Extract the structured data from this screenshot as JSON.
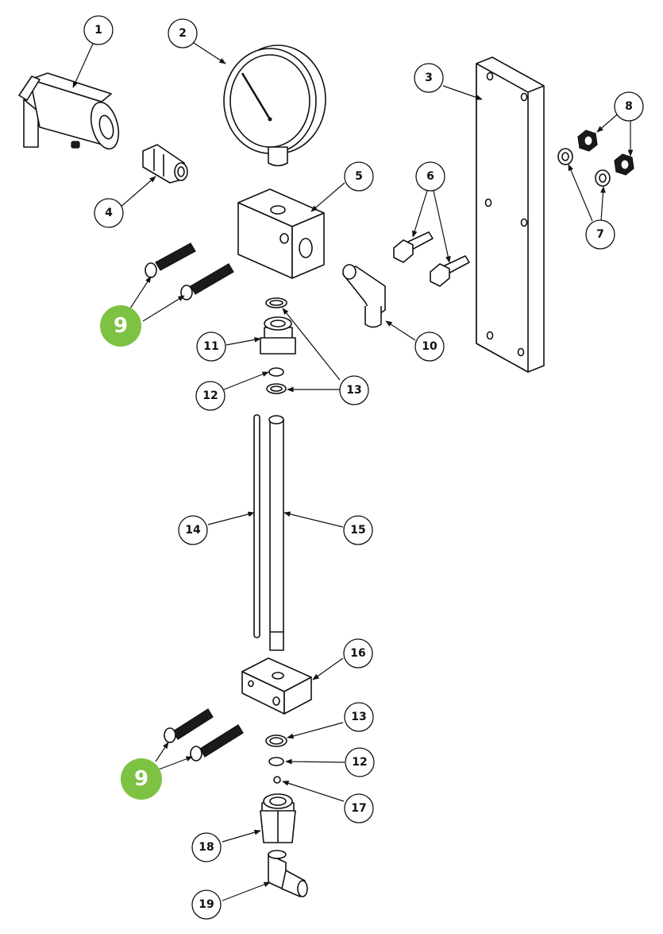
{
  "callouts": [
    {
      "id": "c1",
      "label": "1"
    },
    {
      "id": "c2",
      "label": "2"
    },
    {
      "id": "c3",
      "label": "3"
    },
    {
      "id": "c4",
      "label": "4"
    },
    {
      "id": "c5",
      "label": "5"
    },
    {
      "id": "c6",
      "label": "6"
    },
    {
      "id": "c7",
      "label": "7"
    },
    {
      "id": "c8",
      "label": "8"
    },
    {
      "id": "c9a",
      "label": "9",
      "highlight": true
    },
    {
      "id": "c10",
      "label": "10"
    },
    {
      "id": "c11",
      "label": "11"
    },
    {
      "id": "c12a",
      "label": "12"
    },
    {
      "id": "c13a",
      "label": "13"
    },
    {
      "id": "c14",
      "label": "14"
    },
    {
      "id": "c15",
      "label": "15"
    },
    {
      "id": "c16",
      "label": "16"
    },
    {
      "id": "c13b",
      "label": "13"
    },
    {
      "id": "c9b",
      "label": "9",
      "highlight": true
    },
    {
      "id": "c12b",
      "label": "12"
    },
    {
      "id": "c17",
      "label": "17"
    },
    {
      "id": "c18",
      "label": "18"
    },
    {
      "id": "c19",
      "label": "19"
    }
  ],
  "colors": {
    "highlight": "#7dc242",
    "ink": "#111111",
    "background": "#ffffff"
  }
}
